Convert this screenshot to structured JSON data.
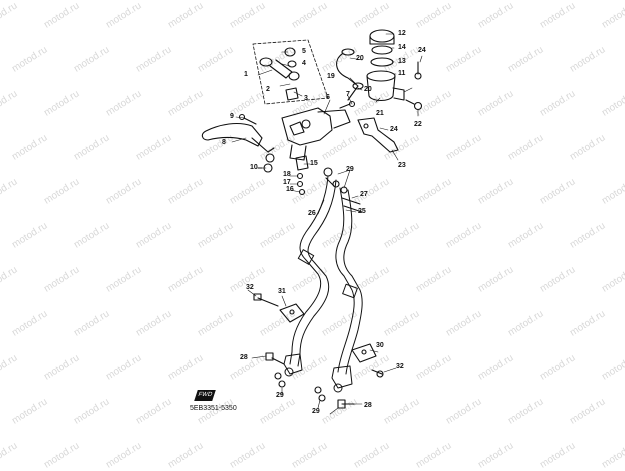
{
  "watermark": "motod.ru",
  "diagram_code": "5EB3351-5350",
  "badge_text": "FWD",
  "callouts": [
    {
      "id": "c1",
      "text": "1"
    },
    {
      "id": "c2",
      "text": "2"
    },
    {
      "id": "c3",
      "text": "3"
    },
    {
      "id": "c4",
      "text": "4"
    },
    {
      "id": "c5",
      "text": "5"
    },
    {
      "id": "c6",
      "text": "6"
    },
    {
      "id": "c7",
      "text": "7"
    },
    {
      "id": "c8",
      "text": "8"
    },
    {
      "id": "c9",
      "text": "9"
    },
    {
      "id": "c10",
      "text": "10"
    },
    {
      "id": "c11",
      "text": "11"
    },
    {
      "id": "c12",
      "text": "12"
    },
    {
      "id": "c13",
      "text": "13"
    },
    {
      "id": "c14",
      "text": "14"
    },
    {
      "id": "c15",
      "text": "15"
    },
    {
      "id": "c16",
      "text": "16"
    },
    {
      "id": "c17",
      "text": "17"
    },
    {
      "id": "c18",
      "text": "18"
    },
    {
      "id": "c19",
      "text": "19"
    },
    {
      "id": "c20a",
      "text": "20"
    },
    {
      "id": "c20b",
      "text": "20"
    },
    {
      "id": "c21",
      "text": "21"
    },
    {
      "id": "c22",
      "text": "22"
    },
    {
      "id": "c23",
      "text": "23"
    },
    {
      "id": "c24a",
      "text": "24"
    },
    {
      "id": "c24b",
      "text": "24"
    },
    {
      "id": "c25",
      "text": "25"
    },
    {
      "id": "c26",
      "text": "26"
    },
    {
      "id": "c27",
      "text": "27"
    },
    {
      "id": "c28a",
      "text": "28"
    },
    {
      "id": "c28b",
      "text": "28"
    },
    {
      "id": "c29a",
      "text": "29"
    },
    {
      "id": "c29b",
      "text": "29"
    },
    {
      "id": "c29c",
      "text": "29"
    },
    {
      "id": "c30",
      "text": "30"
    },
    {
      "id": "c31",
      "text": "31"
    },
    {
      "id": "c32a",
      "text": "32"
    },
    {
      "id": "c32b",
      "text": "32"
    }
  ]
}
